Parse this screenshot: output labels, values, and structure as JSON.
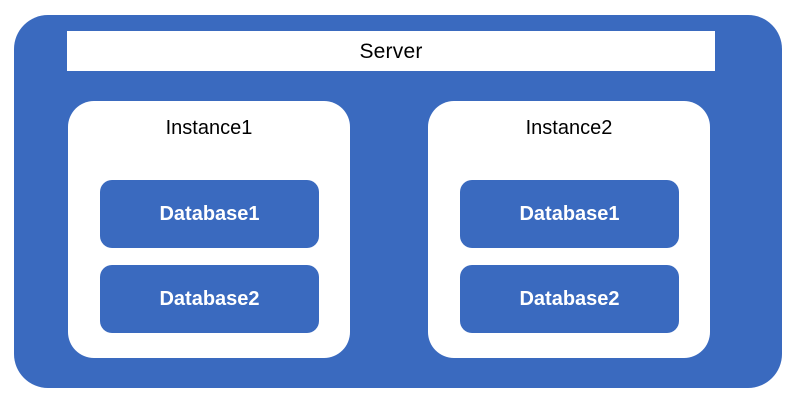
{
  "diagram": {
    "title": "Server",
    "colors": {
      "container_blue": "#3A6ABF",
      "card_white": "#FFFFFF",
      "label_black": "#000000",
      "database_text": "#FFFFFF"
    },
    "server": {
      "label": "Server",
      "instances": [
        {
          "label": "Instance1",
          "databases": [
            {
              "label": "Database1"
            },
            {
              "label": "Database2"
            }
          ]
        },
        {
          "label": "Instance2",
          "databases": [
            {
              "label": "Database1"
            },
            {
              "label": "Database2"
            }
          ]
        }
      ]
    }
  }
}
